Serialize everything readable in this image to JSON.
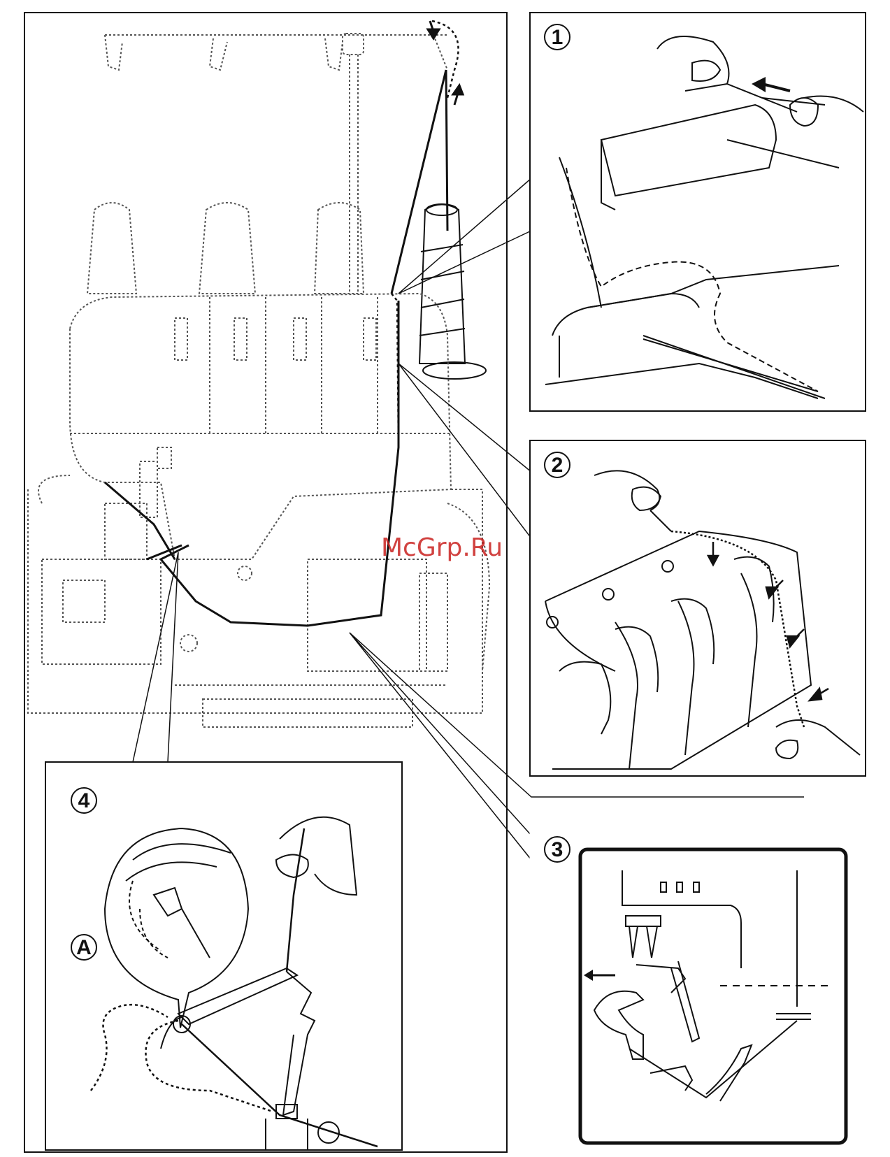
{
  "watermark": "McGrp.Ru",
  "steps": [
    {
      "id": "step-1",
      "label": "1"
    },
    {
      "id": "step-2",
      "label": "2"
    },
    {
      "id": "step-3",
      "label": "3"
    },
    {
      "id": "step-4",
      "label": "4"
    },
    {
      "id": "detail-a",
      "label": "A"
    }
  ],
  "colors": {
    "line": "#111111",
    "dotted": "#555555",
    "watermark": "#c9211e"
  }
}
